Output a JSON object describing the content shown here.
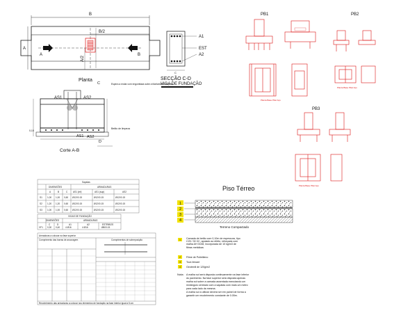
{
  "planta": {
    "title": "Planta",
    "dim_top": "B",
    "dim_left": "A",
    "dim_a2": "A/2",
    "dim_b2": "B/2",
    "section_a_left": "A",
    "section_a_right": "B"
  },
  "seccao": {
    "title_line1": "SECÇÃO C-D",
    "title_line2": "VIGA DE FUNDAÇÃO",
    "a1": "A1",
    "est": "EST",
    "a2": "A2",
    "dim_c": "C"
  },
  "corte": {
    "title": "Corte A-B",
    "as1": "AS1",
    "as2": "AS2",
    "as1_bottom": "AS1",
    "as2_bottom": "AS2",
    "note": "Espera a endar com engomitaas sobe a tilcelamento do pilar",
    "betao": "Betão de limpeza",
    "dim_c": "C",
    "dim_d": "D",
    "elev": "0,10"
  },
  "pb": {
    "pb1": "PB1",
    "pb2": "PB2",
    "pb3": "PB3",
    "caption1": "Planta Base Pilar Aço",
    "caption2": "Planta Base Pilar Aço",
    "caption3": "Planta Base Pilar Aço"
  },
  "sapatas": {
    "title": "Sapatas",
    "col_dim": "DIMENSÕES",
    "col_arm": "ARMADURAS",
    "headers": [
      "",
      "A",
      "B",
      "C",
      "AS1 (inf)",
      "AS1 (sup)",
      "AS2"
    ],
    "rows": [
      [
        "S1",
        "1,00",
        "1,00",
        "0,60",
        "Ø12//0.15",
        "Ø12//0.15",
        "Ø12//0.15"
      ],
      [
        "S2",
        "1,20",
        "1,20",
        "0,60",
        "Ø12//0.15",
        "Ø12//0.15",
        "Ø12//0.15"
      ],
      [
        "S3",
        "1,00",
        "1,00",
        "0,60",
        "Ø12//0.15",
        "Ø12//0.15",
        "Ø12//0.15"
      ]
    ]
  },
  "vigas": {
    "title": "VIGAS DE FUNDAÇÃO",
    "col_dim": "DIMENSÕES",
    "col_arm": "ARMADURAS",
    "headers": [
      "",
      "C",
      "D",
      "A1",
      "A2",
      "ESTRIBOS"
    ],
    "rows": [
      [
        "VF1",
        "0,30",
        "0,40",
        "4 Ø16",
        "4 Ø16",
        "Ø8//0.15"
      ]
    ]
  },
  "piso": {
    "title": "Piso Térreo",
    "markers": [
      "1",
      "2",
      "3",
      "4"
    ],
    "base_label": "Terreno Compactado",
    "legend": [
      {
        "n": "1",
        "text": "Camada de betão com 0,10m de espessura, tipo C25 / 30 XC, apoiado ao efeito, reforçada com malha AH 0C08, incorporada de 10 kg/m3 de fibras metálicas"
      },
      {
        "n": "2",
        "text": "Filme de Polietileno"
      },
      {
        "n": "3",
        "text": "Tout-Venant"
      },
      {
        "n": "4",
        "text": "Geotextil de 120g/m2"
      }
    ],
    "nota_label": "Nota:",
    "nota": [
      "A malha sol será disposta continuamente na fase inferior",
      "do pavimento. Na fase superior será disposta apenas",
      "malha sol sobre a camada assentada executando um",
      "rectângulo centrado com a sapatas com mais um metro",
      "para cada lado da mesma.",
      "A malha sol a utilizar deverá ser em painel de forma a",
      "garantir um recobrimento constante de 0.05m."
    ]
  },
  "tabelas": {
    "left_note": "Armaduras a colocar na fase superior",
    "left_title": "Comprimento das barras de ancoragem",
    "right_title": "Comprimentos de sobreposição",
    "footer": "Recobrimento das armaduras a colocar nos elementos de fundação na fase interior igual a 5 cm"
  }
}
